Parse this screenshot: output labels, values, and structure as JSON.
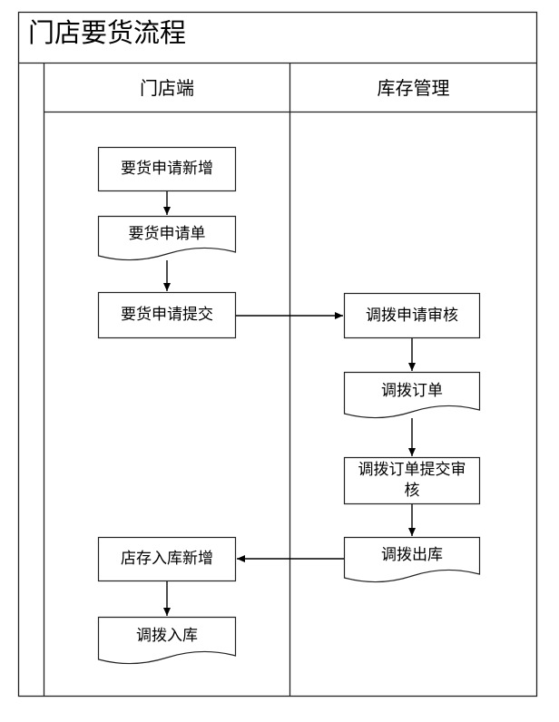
{
  "diagram": {
    "title": "门店要货流程",
    "lanes": [
      {
        "id": "store",
        "label": "门店端"
      },
      {
        "id": "warehouse",
        "label": "库存管理"
      }
    ],
    "nodes": [
      {
        "id": "n1",
        "lane": "store",
        "shape": "process",
        "label": "要货申请新增"
      },
      {
        "id": "n2",
        "lane": "store",
        "shape": "document",
        "label": "要货申请单"
      },
      {
        "id": "n3",
        "lane": "store",
        "shape": "process",
        "label": "要货申请提交"
      },
      {
        "id": "n4",
        "lane": "warehouse",
        "shape": "process",
        "label": "调拨申请审核"
      },
      {
        "id": "n5",
        "lane": "warehouse",
        "shape": "document",
        "label": "调拨订单"
      },
      {
        "id": "n6",
        "lane": "warehouse",
        "shape": "process",
        "label": "调拨订单提交审核"
      },
      {
        "id": "n7",
        "lane": "warehouse",
        "shape": "document",
        "label": "调拨出库"
      },
      {
        "id": "n8",
        "lane": "store",
        "shape": "process",
        "label": "店存入库新增"
      },
      {
        "id": "n9",
        "lane": "store",
        "shape": "document",
        "label": "调拨入库"
      }
    ],
    "edges": [
      {
        "from": "n1",
        "to": "n2"
      },
      {
        "from": "n2",
        "to": "n3"
      },
      {
        "from": "n3",
        "to": "n4"
      },
      {
        "from": "n4",
        "to": "n5"
      },
      {
        "from": "n5",
        "to": "n6"
      },
      {
        "from": "n6",
        "to": "n7"
      },
      {
        "from": "n7",
        "to": "n8"
      },
      {
        "from": "n8",
        "to": "n9"
      }
    ]
  }
}
